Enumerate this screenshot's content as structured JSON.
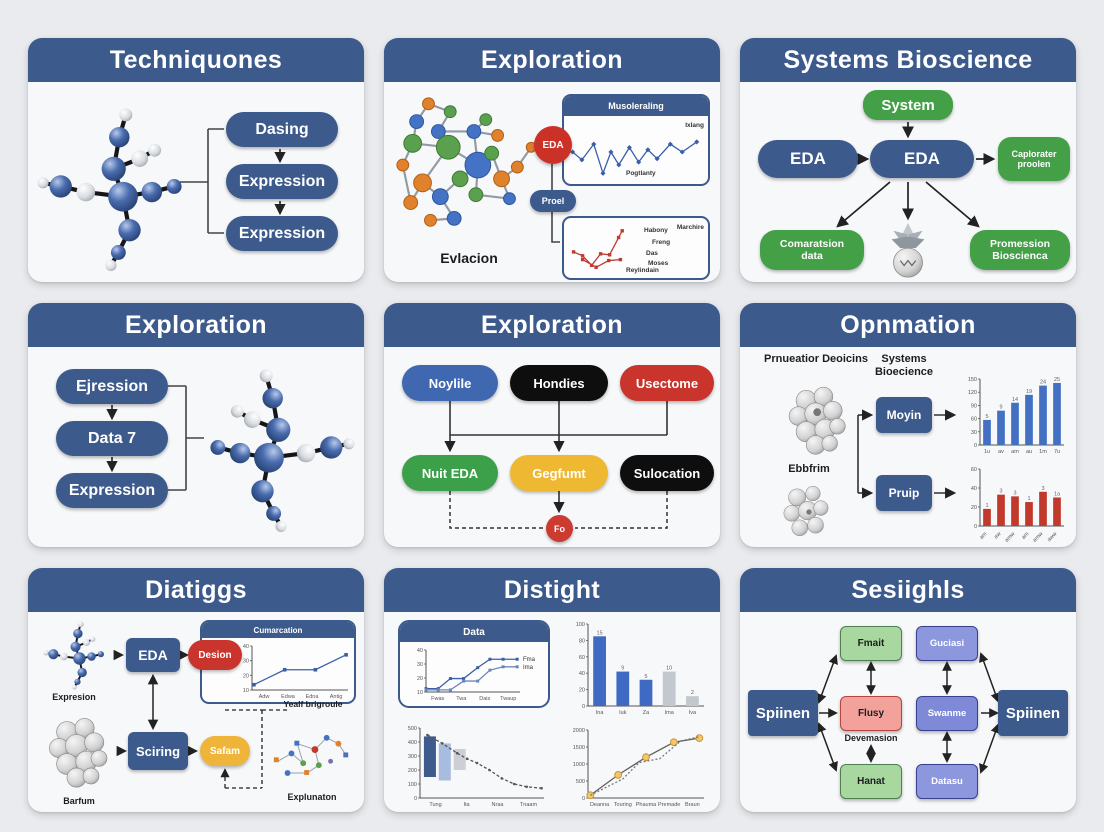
{
  "page": {
    "background": "#e9ebee",
    "header_color": "#3d5a8c"
  },
  "p1": {
    "title": "Techniquones",
    "pill1": "Dasing",
    "pill2": "Expression",
    "pill3": "Expression"
  },
  "p2": {
    "title": "Exploration",
    "molecule_label": "Evlacion",
    "eda_badge": "EDA",
    "proel_badge": "Proel",
    "box1_title": "Musoleraling",
    "box1_right_label": "Ixlang",
    "box1_bottom_label": "Pogtlanty",
    "box2_top_label": "Marchire",
    "box2_l1": "Habony",
    "box2_l2": "Freng",
    "box2_l3": "Das",
    "box2_l4": "Moses",
    "box2_bottom_label": "Reylindain",
    "chart1": {
      "type": "line",
      "axes": false,
      "series": [
        {
          "color": "#3a5fa8",
          "marker": "diamond",
          "msize": 1.8,
          "points": [
            [
              2,
              50
            ],
            [
              9,
              36
            ],
            [
              18,
              64
            ],
            [
              25,
              12
            ],
            [
              31,
              50
            ],
            [
              37,
              27
            ],
            [
              45,
              58
            ],
            [
              52,
              32
            ],
            [
              59,
              54
            ],
            [
              66,
              38
            ],
            [
              76,
              64
            ],
            [
              85,
              50
            ],
            [
              96,
              68
            ]
          ]
        }
      ]
    },
    "chart2": {
      "type": "line",
      "axes": false,
      "series": [
        {
          "color": "#bf3a30",
          "marker": "square",
          "msize": 1.7,
          "points": [
            [
              4,
              46
            ],
            [
              14,
              38
            ],
            [
              24,
              18
            ],
            [
              34,
              42
            ],
            [
              44,
              40
            ],
            [
              54,
              76
            ],
            [
              58,
              90
            ]
          ]
        },
        {
          "color": "#bf3a30",
          "marker": "square",
          "msize": 1.7,
          "points": [
            [
              14,
              30
            ],
            [
              29,
              14
            ],
            [
              43,
              28
            ],
            [
              56,
              30
            ]
          ]
        }
      ]
    }
  },
  "p3": {
    "title": "Systems Bioscience",
    "system": "System",
    "eda_left": "EDA",
    "eda_center": "EDA",
    "right_node": "Caplorater proolen",
    "bottom_left": "Comaratsion data",
    "bottom_right": "Promession Bioscienca"
  },
  "p4": {
    "title": "Exploration",
    "pill1": "Ejression",
    "pill2": "Data 7",
    "pill3": "Expression"
  },
  "p5": {
    "title": "Exploration",
    "n1": "Noylile",
    "n2": "Hondies",
    "n3": "Usectome",
    "n4": "Nuit EDA",
    "n5": "Gegfumt",
    "n6": "Sulocation",
    "fo": "Fo"
  },
  "p6": {
    "title": "Opnmation",
    "label1": "Prnueatior Deoicins",
    "label2": "Ebbfrim",
    "center_label": "Systems Bioecience",
    "moyin": "Moyin",
    "pruip": "Pruip",
    "chart_blue": {
      "type": "bars",
      "values": [
        38,
        52,
        64,
        76,
        90,
        94
      ],
      "bar_labels": [
        "5",
        "9",
        "14",
        "19",
        "24",
        "25"
      ],
      "colors": [
        "#4470c4"
      ],
      "x_ticks": [
        "1u",
        "av",
        "am",
        "au",
        "1m",
        "7u"
      ],
      "y_ticks": [
        "150",
        "120",
        "90",
        "60",
        "30",
        "0"
      ]
    },
    "chart_red": {
      "type": "bars",
      "values": [
        30,
        55,
        52,
        42,
        60,
        50
      ],
      "bar_labels": [
        "1",
        "3",
        "3",
        "1",
        "3",
        "1a"
      ],
      "colors": [
        "#c0392b"
      ],
      "x_ticks": [
        "am",
        "aw",
        "amw",
        "am",
        "amw",
        "aww"
      ],
      "x_rotate": true,
      "y_ticks": [
        "60",
        "40",
        "20",
        "0"
      ]
    }
  },
  "p7": {
    "title": "Diatiggs",
    "mol_label": "Expresion",
    "eda": "EDA",
    "desion": "Desion",
    "box_title": "Cumarcation",
    "cluster_label": "Barfum",
    "sciring": "Sciring",
    "safam": "Safam",
    "dashed_label": "Yealf brigroule",
    "scatter_label": "Explunaton",
    "chart": {
      "type": "line",
      "series": [
        {
          "color": "#3a5fa8",
          "marker": "square",
          "msize": 1.8,
          "points": [
            [
              2,
              12
            ],
            [
              34,
              46
            ],
            [
              66,
              46
            ],
            [
              98,
              80
            ]
          ]
        }
      ],
      "x_ticks": [
        "Adw",
        "Edwa",
        "Edna",
        "Antig"
      ],
      "y_ticks": [
        "40",
        "30",
        "20",
        "10"
      ]
    }
  },
  "p8": {
    "title": "Distight",
    "box_title": "Data",
    "chartA": {
      "type": "line",
      "series": [
        {
          "color": "#3a5fa8",
          "marker": "square",
          "msize": 1.5,
          "points": [
            [
              0,
              8
            ],
            [
              13,
              8
            ],
            [
              26,
              32
            ],
            [
              40,
              32
            ],
            [
              55,
              58
            ],
            [
              68,
              78
            ],
            [
              82,
              78
            ],
            [
              97,
              78
            ]
          ]
        },
        {
          "color": "#6c86bb",
          "marker": "square",
          "msize": 1.5,
          "points": [
            [
              0,
              5
            ],
            [
              13,
              5
            ],
            [
              26,
              5
            ],
            [
              40,
              26
            ],
            [
              55,
              26
            ],
            [
              68,
              52
            ],
            [
              82,
              60
            ],
            [
              97,
              60
            ]
          ]
        }
      ],
      "right_labels": [
        "Fma",
        "Ima"
      ],
      "x_ticks": [
        "Fwas",
        "Twa",
        "Dais",
        "Twaup"
      ],
      "y_ticks": [
        "40",
        "30",
        "20",
        "10"
      ]
    },
    "chartB": {
      "type": "bars",
      "values": [
        85,
        42,
        32,
        42,
        12
      ],
      "bar_labels": [
        "15",
        "9",
        "5",
        "10",
        "2"
      ],
      "colors": [
        "#3f6ac4",
        "#3f6ac4",
        "#3f6ac4",
        "#c3c8cf",
        "#c3c8cf"
      ],
      "x_ticks": [
        "Ina",
        "Iuk",
        "Za",
        "Ima",
        "Iva"
      ],
      "y_ticks": [
        "100",
        "80",
        "60",
        "40",
        "20",
        "0"
      ]
    },
    "chartC": {
      "type": "floating",
      "ranges": [
        [
          30,
          88
        ],
        [
          25,
          78
        ],
        [
          40,
          70
        ]
      ],
      "range_x": [
        8,
        20,
        32
      ],
      "range_colors": [
        "#3e5b8d",
        "#a8bce0",
        "#ccd0d6"
      ],
      "series": [
        {
          "color": "#555",
          "dash": "3,2",
          "marker": "dot",
          "msize": 1.3,
          "points": [
            [
              6,
              90
            ],
            [
              18,
              78
            ],
            [
              30,
              64
            ],
            [
              38,
              56
            ],
            [
              46,
              50
            ],
            [
              56,
              40
            ],
            [
              66,
              28
            ],
            [
              76,
              20
            ],
            [
              86,
              16
            ],
            [
              98,
              14
            ]
          ]
        }
      ],
      "x_ticks": [
        "Tung",
        "Ita",
        "Nraa",
        "Tnaam"
      ],
      "y_ticks": [
        "500",
        "400",
        "300",
        "200",
        "100",
        "0"
      ]
    },
    "chartD": {
      "type": "line",
      "series": [
        {
          "color": "#606060",
          "marker": "circle",
          "msize": 3.4,
          "mfill": "#f2c96a",
          "mstroke": "#c9953a",
          "points": [
            [
              2,
              4
            ],
            [
              26,
              34
            ],
            [
              50,
              60
            ],
            [
              74,
              82
            ],
            [
              96,
              88
            ]
          ]
        },
        {
          "color": "#777",
          "dash": "2,2",
          "points": [
            [
              2,
              4
            ],
            [
              30,
              28
            ],
            [
              44,
              52
            ],
            [
              62,
              58
            ],
            [
              80,
              84
            ],
            [
              96,
              90
            ]
          ]
        }
      ],
      "x_ticks": [
        "Deanna",
        "Touring",
        "Phauma",
        "Premade",
        "Braun"
      ],
      "y_ticks": [
        "2000",
        "1500",
        "1000",
        "500",
        "0"
      ]
    }
  },
  "p9": {
    "title": "Sesiighls",
    "left": "Spiinen",
    "right": "Spiinen",
    "c2t": "Fmait",
    "c2m": "Flusy",
    "c2m_label": "Devemasion",
    "c2b": "Hanat",
    "c3t": "Guciasi",
    "c3m": "Swanme",
    "c3b": "Datasu"
  }
}
